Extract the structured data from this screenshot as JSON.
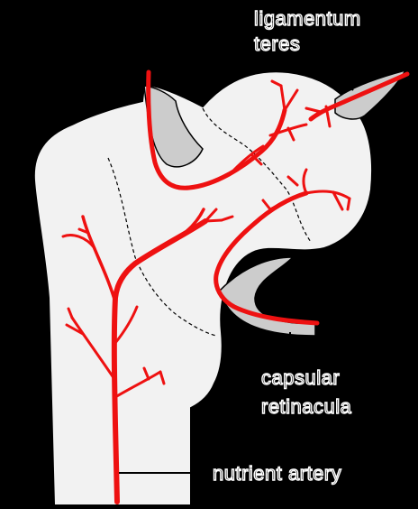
{
  "labels": {
    "ligamentum_line1": "ligamentum",
    "ligamentum_line2": "teres",
    "capsular_line1": "capsular",
    "capsular_line2": "retinacula",
    "nutrient": "nutrient artery"
  },
  "colors": {
    "background": "#000000",
    "bone": "#f2f2f2",
    "cartilage": "#cccccc",
    "artery": "#ee1111",
    "outline": "#000000",
    "label_text": "#ffffff"
  }
}
